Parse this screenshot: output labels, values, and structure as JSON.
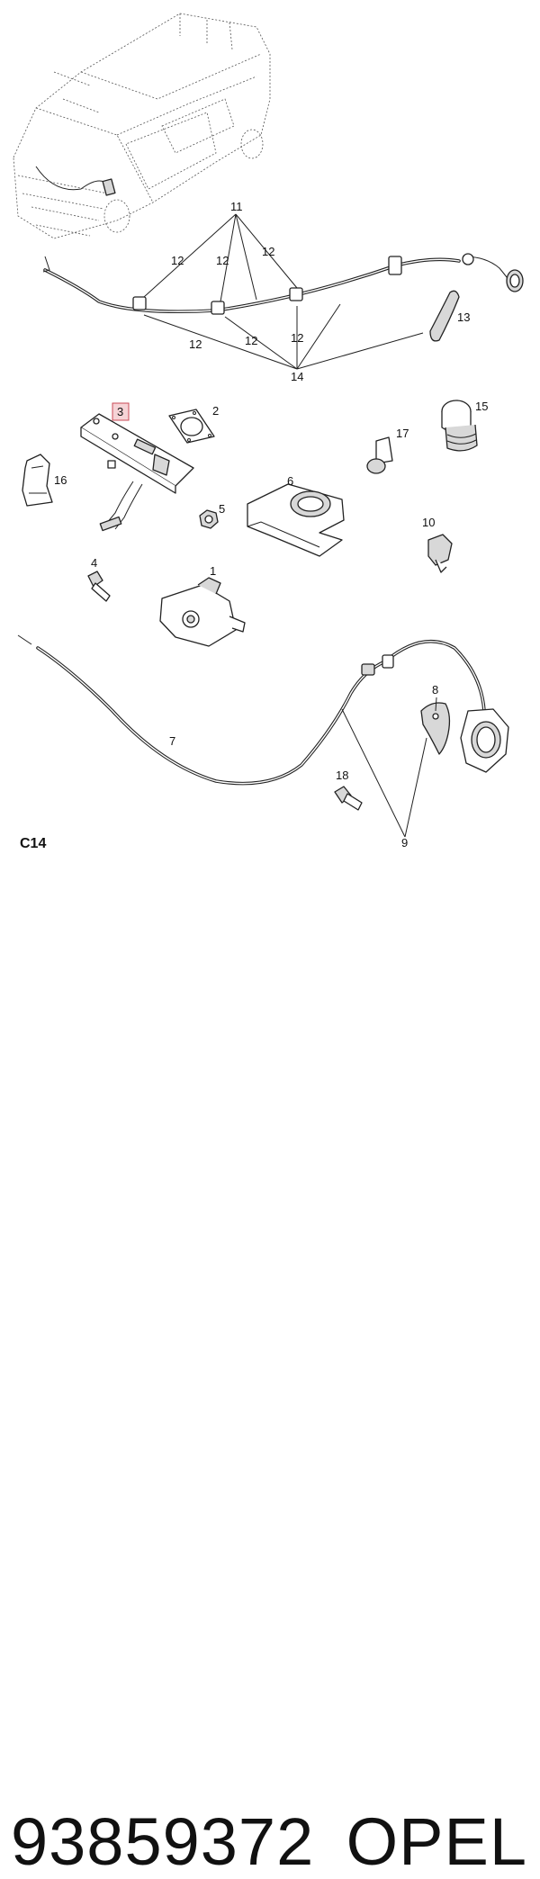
{
  "callouts": {
    "n1": "1",
    "n2": "2",
    "n3": "3",
    "n4": "4",
    "n5": "5",
    "n6": "6",
    "n7": "7",
    "n8": "8",
    "n9": "9",
    "n10": "10",
    "n11": "11",
    "n12": "12",
    "n13": "13",
    "n14": "14",
    "n15": "15",
    "n16": "16",
    "n17": "17",
    "n18": "18"
  },
  "figure_code": "C14",
  "footer": {
    "part_number": "93859372",
    "brand": "OPEL"
  },
  "colors": {
    "highlight_fill": "#f6d3d6",
    "highlight_border": "#c94a55",
    "ink": "#222222"
  }
}
